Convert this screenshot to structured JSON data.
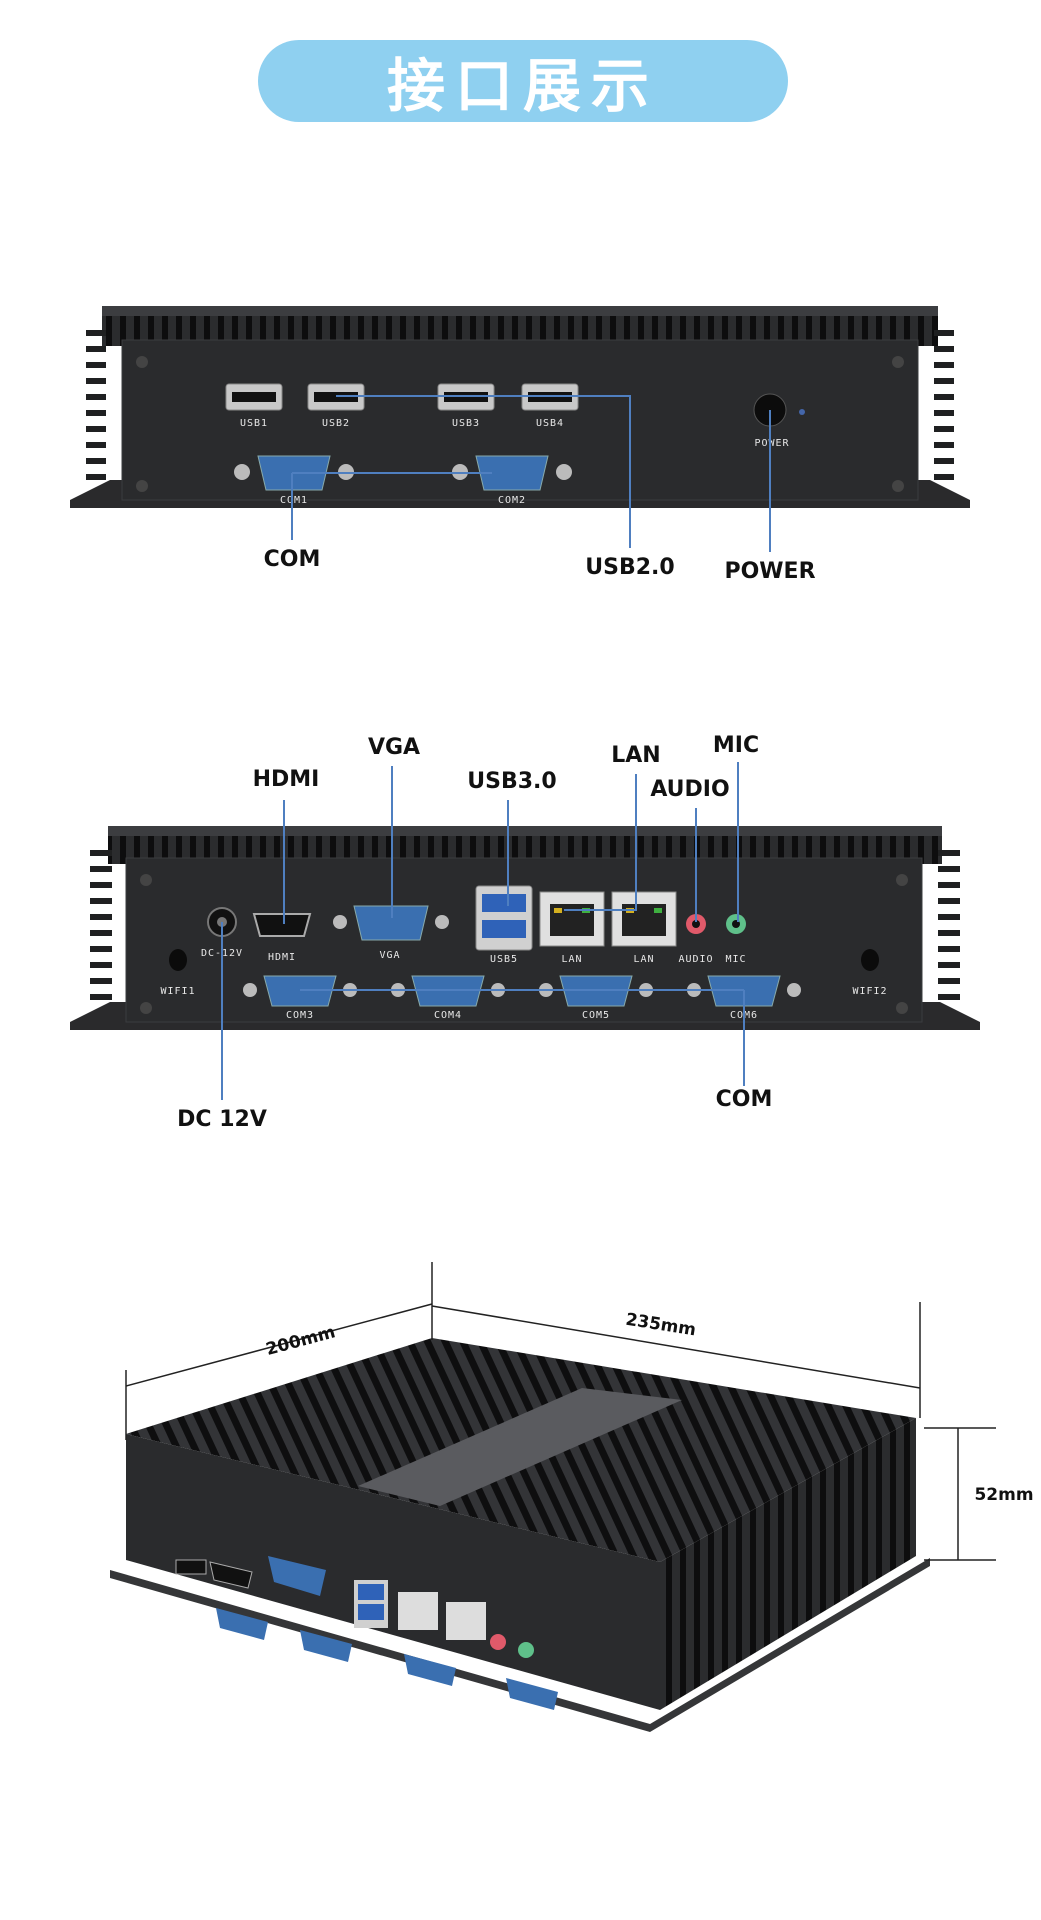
{
  "banner": {
    "title": "接口展示"
  },
  "colors": {
    "banner": "#8fd0f0",
    "leader_line": "#4f7fc0",
    "chassis": "#1b1c1d",
    "panel": "#2a2b2d",
    "port_blue": "#3a6fb0"
  },
  "front_panel": {
    "port_labels": {
      "usb1": "USB1",
      "usb2": "USB2",
      "usb3": "USB3",
      "usb4": "USB4",
      "com1": "COM1",
      "com2": "COM2",
      "power": "POWER"
    },
    "callouts": {
      "com": "COM",
      "usb": "USB2.0",
      "power": "POWER"
    }
  },
  "rear_panel": {
    "port_labels": {
      "dc": "DC-12V",
      "hdmi": "HDMI",
      "vga": "VGA",
      "usb5": "USB5",
      "lan1": "LAN",
      "lan2": "LAN",
      "audio": "AUDIO",
      "mic": "MIC",
      "wifi1": "WIFI1",
      "wifi2": "WIFI2",
      "com3": "COM3",
      "com4": "COM4",
      "com5": "COM5",
      "com6": "COM6"
    },
    "callouts": {
      "hdmi": "HDMI",
      "vga": "VGA",
      "usb": "USB3.0",
      "lan": "LAN",
      "audio": "AUDIO",
      "mic": "MIC",
      "dc": "DC 12V",
      "com": "COM"
    }
  },
  "dimensions": {
    "depth": "200mm",
    "width": "235mm",
    "height": "52mm"
  }
}
